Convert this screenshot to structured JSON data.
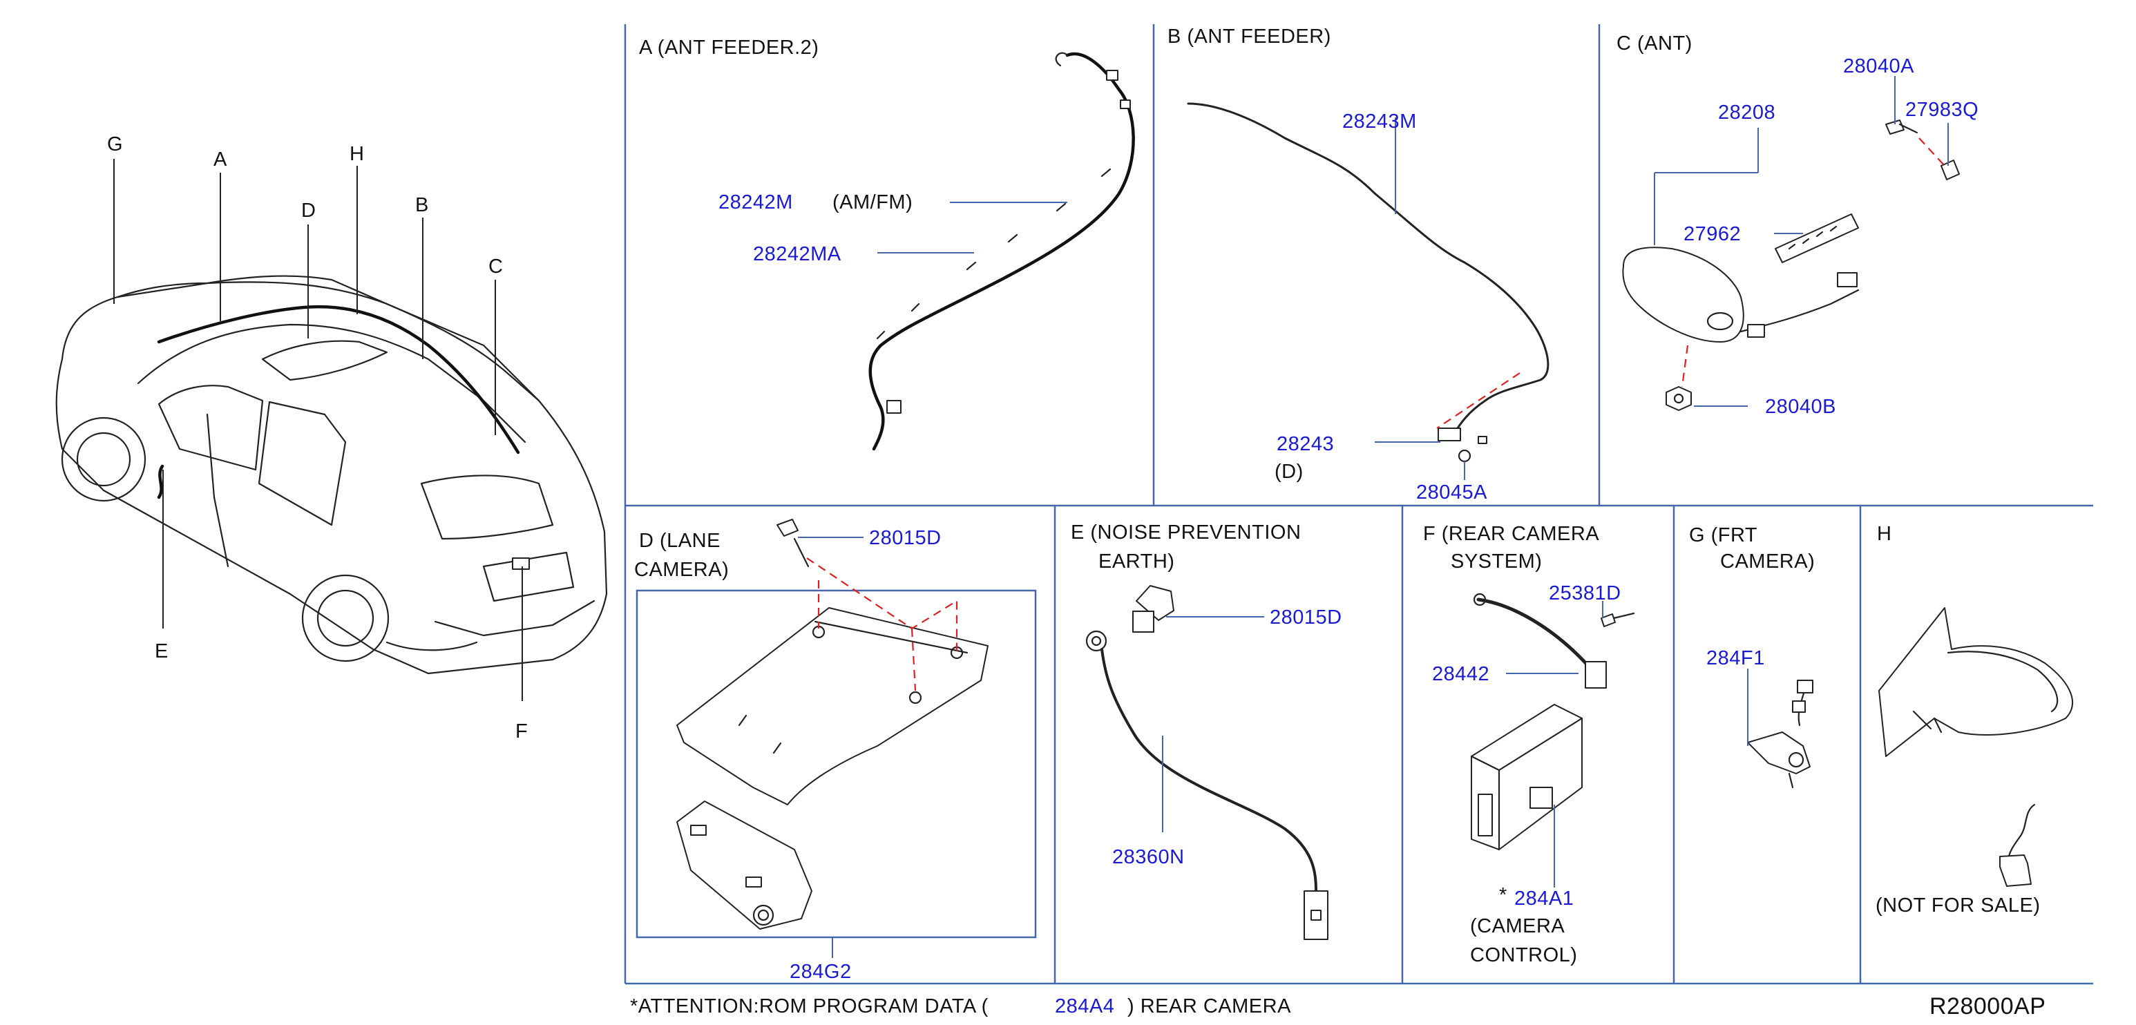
{
  "overview_labels": [
    "G",
    "A",
    "D",
    "H",
    "B",
    "C",
    "E",
    "F"
  ],
  "panels": {
    "A": {
      "title": "A  (ANT   FEEDER.2)",
      "parts": [
        "28242M",
        "28242MA"
      ],
      "note": "(AM/FM)"
    },
    "B": {
      "title": "B  (ANT   FEEDER)",
      "parts": [
        "28243M",
        "28243",
        "28045A"
      ],
      "note": "(D)"
    },
    "C": {
      "title": "C  (ANT)",
      "parts": [
        "28040A",
        "27983Q",
        "28208",
        "27962",
        "28040B"
      ]
    },
    "D": {
      "title_1": "D  (LANE",
      "title_2": "CAMERA)",
      "parts": [
        "28015D",
        "284G2"
      ]
    },
    "E": {
      "title_1": "E  (NOISE   PREVENTION",
      "title_2": "EARTH)",
      "parts": [
        "28015D",
        "28360N"
      ]
    },
    "F": {
      "title_1": "F  (REAR   CAMERA",
      "title_2": "SYSTEM)",
      "parts": [
        "25381D",
        "28442",
        "284A1"
      ],
      "star": "*",
      "note_1": "(CAMERA",
      "note_2": "CONTROL)"
    },
    "G": {
      "title_1": "G  (FRT",
      "title_2": "CAMERA)",
      "parts": [
        "284F1"
      ]
    },
    "H": {
      "title": "H",
      "note": "(NOT   FOR   SALE)"
    }
  },
  "footer": {
    "attention_prefix": "*ATTENTION:ROM   PROGRAM   DATA   (",
    "attention_part": "284A4",
    "attention_suffix": ")   REAR   CAMERA",
    "diagram_code": "R28000AP"
  },
  "colors": {
    "part_number": "#1a1ad6",
    "panel_border": "#4466aa",
    "dashed_link": "#e02020",
    "ink": "#222222"
  }
}
